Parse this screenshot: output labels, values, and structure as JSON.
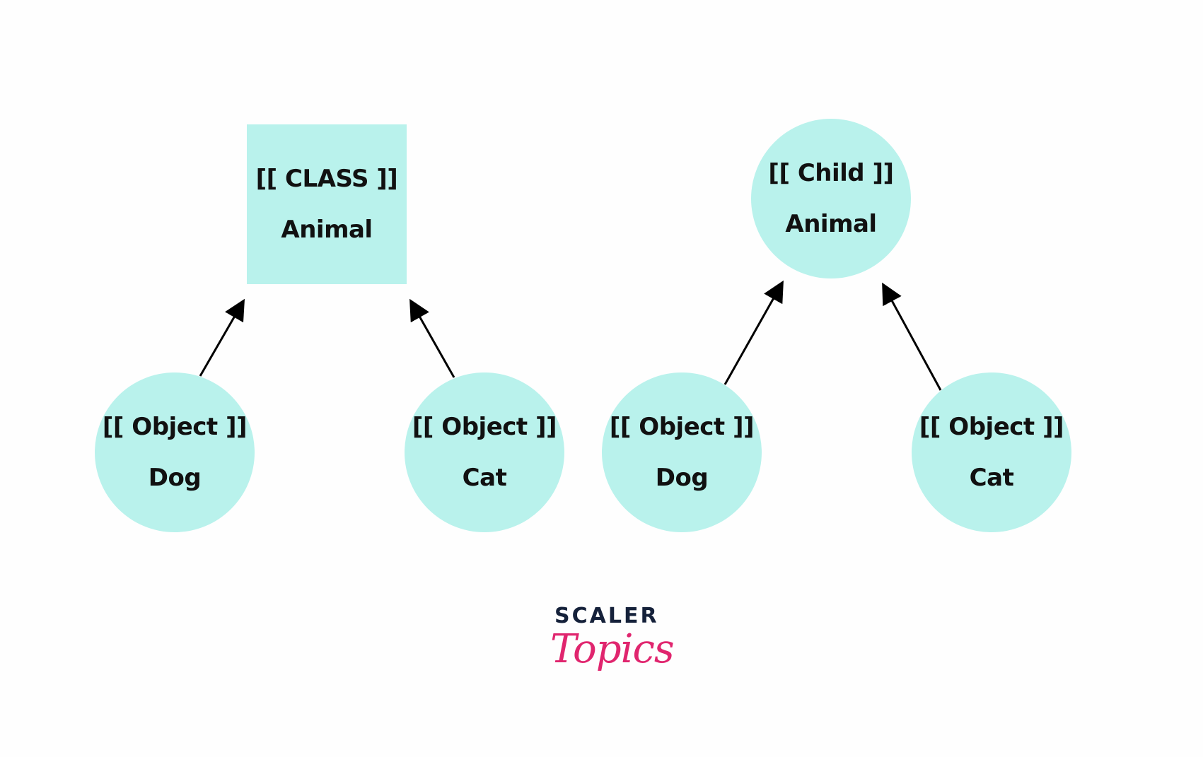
{
  "diagram_left": {
    "parent": {
      "line1": "[[ CLASS ]]",
      "line2": "Animal",
      "shape": "square"
    },
    "children": [
      {
        "line1": "[[ Object ]]",
        "line2": "Dog"
      },
      {
        "line1": "[[ Object ]]",
        "line2": "Cat"
      }
    ]
  },
  "diagram_right": {
    "parent": {
      "line1": "[[ Child ]]",
      "line2": "Animal",
      "shape": "circle"
    },
    "children": [
      {
        "line1": "[[ Object ]]",
        "line2": "Dog"
      },
      {
        "line1": "[[ Object ]]",
        "line2": "Cat"
      }
    ]
  },
  "logo": {
    "line1": "SCALER",
    "line2": "Topics"
  },
  "colors": {
    "node_fill": "#b9f2ec",
    "arrow": "#000000",
    "logo_dark": "#15213a",
    "logo_pink": "#e0256e"
  }
}
